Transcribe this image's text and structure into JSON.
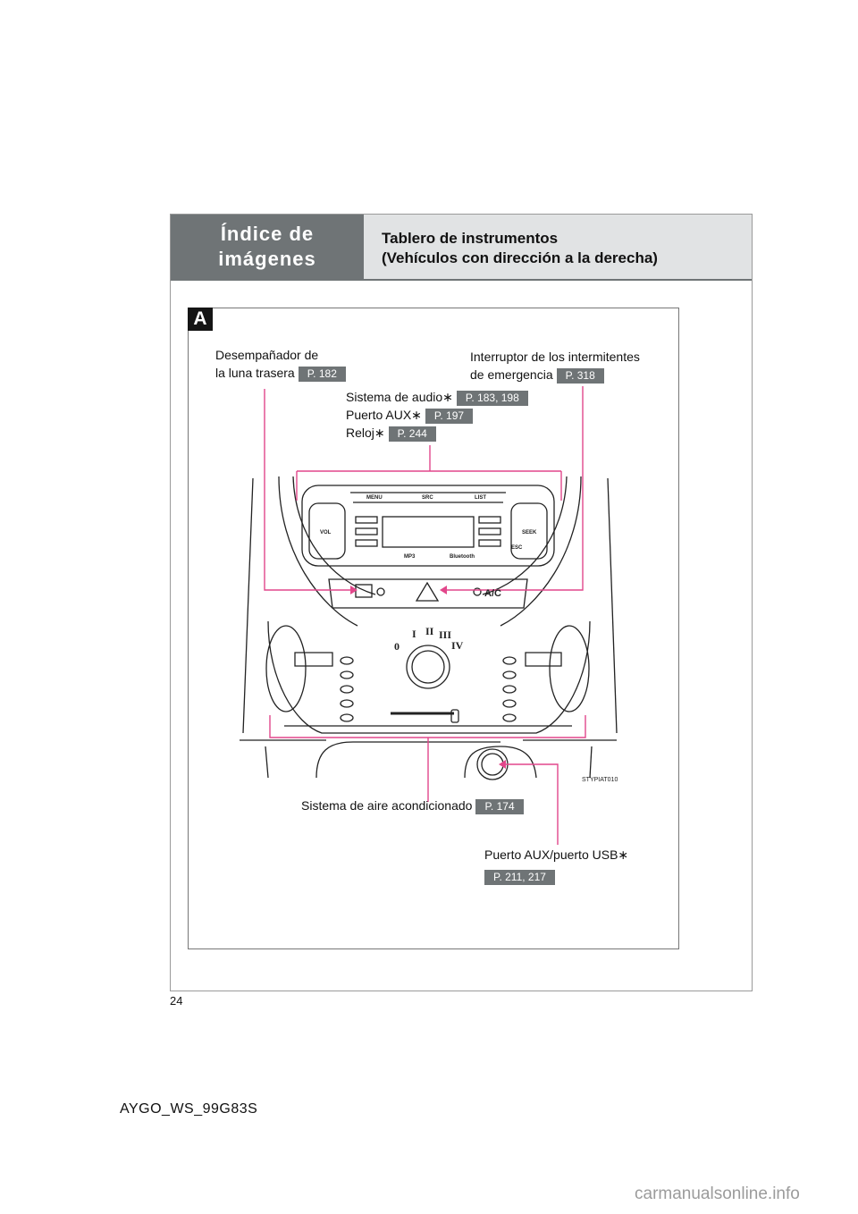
{
  "header": {
    "section_title": "Índice de\nimágenes",
    "page_title": "Tablero de instrumentos\n(Vehículos con dirección a la derecha)"
  },
  "figure": {
    "badge": "A",
    "image_code": "STYPIAT010",
    "labels": {
      "rear_defogger": {
        "line1": "Desempañador de",
        "line2": "la luna trasera",
        "ref": "P. 182"
      },
      "hazard_switch": {
        "line1": "Interruptor de los intermitentes",
        "line2": "de emergencia",
        "ref": "P. 318"
      },
      "audio": {
        "text": "Sistema de audio∗",
        "ref": "P. 183, 198"
      },
      "aux": {
        "text": "Puerto AUX∗",
        "ref": "P. 197"
      },
      "clock": {
        "text": "Reloj∗",
        "ref": "P. 244"
      },
      "air_conditioning": {
        "text": "Sistema de aire acondicionado",
        "ref": "P. 174"
      },
      "aux_usb": {
        "text": "Puerto AUX/puerto USB∗",
        "ref": "P. 211, 217"
      }
    },
    "panel_text": {
      "menu": "MENU",
      "src": "SRC",
      "list": "LIST",
      "vol": "VOL",
      "seek": "SEEK",
      "esc": "ESC",
      "mp3": "MP3",
      "bluetooth": "Bluetooth",
      "ac": "A/C",
      "fan_speeds": [
        "0",
        "I",
        "II",
        "III",
        "IV"
      ]
    }
  },
  "footer": {
    "page_number": "24",
    "doc_code": "AYGO_WS_99G83S",
    "watermark": "carmanualsonline.info"
  }
}
